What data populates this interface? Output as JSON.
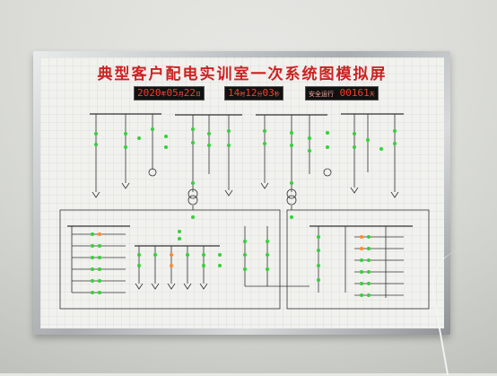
{
  "panel": {
    "title": "典型客户配电实训室一次系统图模拟屏"
  },
  "displays": {
    "date": {
      "year": "2020",
      "year_unit": "年",
      "month": "05",
      "month_unit": "月",
      "day": "22",
      "day_unit": "日"
    },
    "time": {
      "hour": "14",
      "hour_unit": "时",
      "minute": "12",
      "minute_unit": "分",
      "second": "03",
      "second_unit": "秒"
    },
    "safety": {
      "label": "安全运行",
      "days": "00161",
      "unit": "天"
    }
  },
  "colors": {
    "led_text": "#ff3a2a",
    "title_red": "#cc2222",
    "indicator_green": "#35d03a",
    "indicator_orange": "#ff8a30"
  }
}
